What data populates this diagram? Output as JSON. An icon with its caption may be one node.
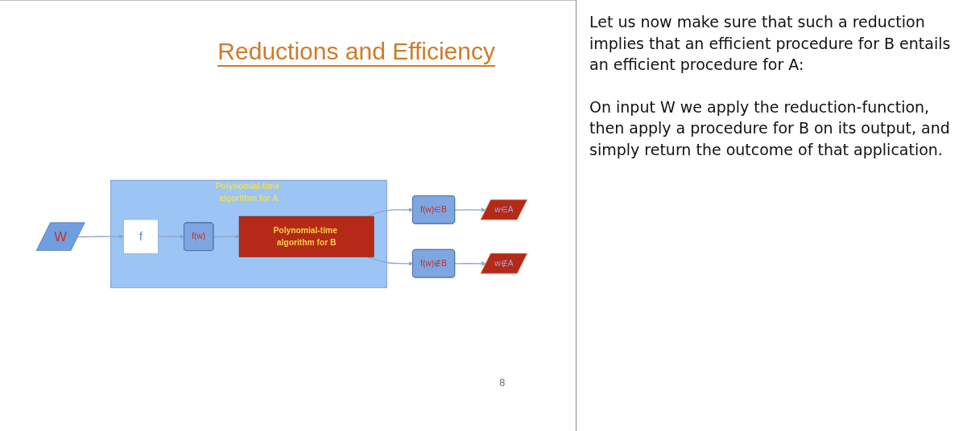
{
  "diagram": {
    "title": "Reductions and Efficiency",
    "nodes": [
      {
        "text": [
          "Polynomial-time algorithm for A"
        ]
      },
      {
        "text": [
          "W"
        ]
      },
      {
        "text": [
          "f"
        ],
        "in": 0
      },
      {
        "text": [
          "f(w)"
        ],
        "in": 0
      },
      {
        "text": [
          "Polynomial-time algorithm for B"
        ],
        "in": 0
      },
      {
        "text": [
          "f(w)∈B"
        ]
      },
      {
        "text": [
          "w∈A"
        ]
      },
      {
        "text": [
          "f(w)∉B"
        ]
      },
      {
        "text": [
          "w∉A"
        ]
      }
    ],
    "edges": [
      {
        "from": 1,
        "to": 2,
        "arrow": "to"
      },
      {
        "from": 2,
        "to": 3,
        "arrow": "to"
      },
      {
        "from": 3,
        "to": 4,
        "arrow": "to"
      },
      {
        "from": 4,
        "to": 5,
        "arrow": "to"
      },
      {
        "from": 5,
        "to": 6,
        "arrow": "to"
      },
      {
        "from": 4,
        "to": 7,
        "arrow": "to"
      },
      {
        "from": 7,
        "to": 8,
        "arrow": "to"
      }
    ],
    "labels": [
      "8",
      "Let us now make sure that such a reduction implies that an efficient procedure for B entails an efficient procedure for A:",
      "On input W we apply the reduction-function, then apply a procedure for B on its output, and simply return the outcome of that application."
    ]
  }
}
